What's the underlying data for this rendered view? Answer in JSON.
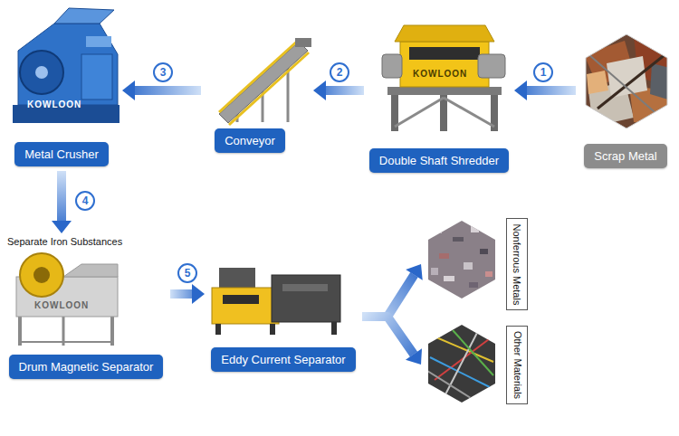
{
  "diagram": {
    "nodes": [
      {
        "text": [
          "Scrap Metal"
        ]
      },
      {
        "text": [
          "Double Shaft Shredder"
        ]
      },
      {
        "text": [
          "Conveyor"
        ]
      },
      {
        "text": [
          "Metal Crusher"
        ]
      },
      {
        "text": [
          "Separate Iron Substances",
          "Drum Magnetic Separator"
        ]
      },
      {
        "text": [
          "Eddy Current Separator"
        ]
      },
      {
        "text": [
          "Nonferrous Metals"
        ]
      },
      {
        "text": [
          "Other Materials"
        ]
      }
    ],
    "edges": [
      {
        "from": 0,
        "to": 1,
        "arrow": "to"
      },
      {
        "from": 1,
        "to": 2,
        "arrow": "to"
      },
      {
        "from": 2,
        "to": 3,
        "arrow": "to"
      },
      {
        "from": 3,
        "to": 4,
        "arrow": "to"
      },
      {
        "from": 4,
        "to": 5,
        "arrow": "to"
      },
      {
        "from": 5,
        "to": 6,
        "arrow": "to"
      },
      {
        "from": 5,
        "to": 7,
        "arrow": "to"
      }
    ],
    "labels": [
      "1",
      "2",
      "3",
      "4",
      "5",
      "KOWLOON",
      "KOWLOON",
      "KOWLOON"
    ]
  }
}
